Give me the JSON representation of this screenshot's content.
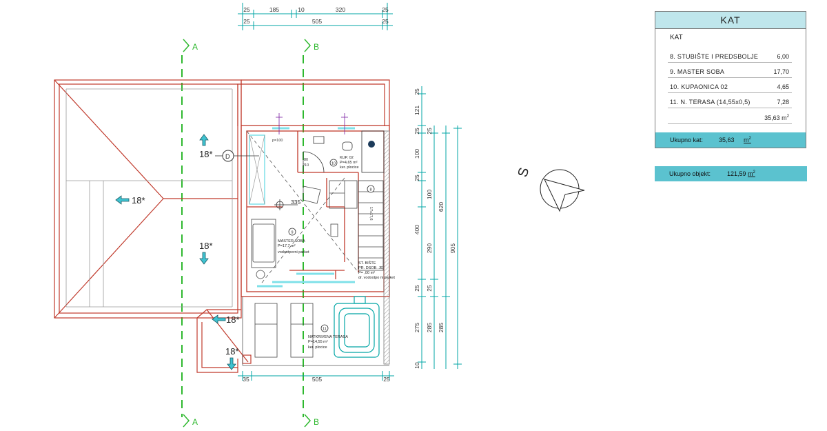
{
  "dimensions": {
    "top_row1": [
      "25",
      "185",
      "10",
      "320",
      "25"
    ],
    "top_row2": [
      "25",
      "505",
      "25"
    ],
    "bottom_row": [
      "35",
      "505",
      "25"
    ],
    "right_col1": [
      "25",
      "121",
      "25",
      "100",
      "25",
      "100",
      "400",
      "25",
      "275",
      "10"
    ],
    "right_col2": [
      "25",
      "620",
      "290",
      "25",
      "285"
    ],
    "right_col3": [
      "905"
    ],
    "right_col4": [
      "285"
    ],
    "inner": {
      "w335": "335",
      "w100": "p=100",
      "d80": "80",
      "d210": "210",
      "stair": "17x17,6"
    }
  },
  "axes": {
    "a_top": "A",
    "b_top": "B",
    "a_bottom": "A",
    "b_bottom": "B"
  },
  "roof": {
    "slope_1": "18*",
    "slope_2": "18*",
    "slope_3": "18*",
    "slope_4": "18*",
    "slope_5": "18*"
  },
  "markers": {
    "detail": "D",
    "room_10": "10",
    "room_9": "9",
    "room_8": "8",
    "room_11": "11"
  },
  "rooms": {
    "kupaonica": {
      "name": "KUP. 02",
      "area": "P=4,65 m²",
      "finish": "ker. plocice"
    },
    "master": {
      "name": "MASTER SOBA",
      "area": "P=17,7 m²",
      "finish": "vodootporni parket"
    },
    "stubiste": {
      "name": "ST. BIŠTE",
      "name2": "PR. DSOB. JE",
      "area": "P=  ,00 m²",
      "finish": "dr. vodootpo ni parket"
    },
    "terasa": {
      "name": "NATKRIVENA TERASA",
      "area": "P=14,55 m²",
      "finish": "ker. plocice"
    }
  },
  "compass": {
    "label": "S"
  },
  "table": {
    "title": "KAT",
    "heading": "KAT",
    "rows": [
      {
        "name": "8. STUBIŠTE I PREDSBOLJE",
        "value": "6,00"
      },
      {
        "name": "9. MASTER SOBA",
        "value": "17,70"
      },
      {
        "name": "10. KUPAONICA 02",
        "value": "4,65"
      },
      {
        "name": "11. N. TERASA (14,55x0,5)",
        "value": "7,28"
      }
    ],
    "total": "35,63",
    "total_unit": "m",
    "total_sup": "2",
    "footer_label": "Ukupno kat:",
    "footer_value": "35,63",
    "footer_unit": "m",
    "footer_sup": "2"
  },
  "object_total": {
    "label": "Ukupno objekt:",
    "value": "121,59",
    "unit": "m",
    "sup": "2"
  },
  "colors": {
    "roof": "#c0392b",
    "axis": "#2eb82e",
    "dimension": "#00a5a5",
    "arrow": "#3fc3d1",
    "wall": "#c0392b",
    "glass": "#7fe0e8"
  }
}
